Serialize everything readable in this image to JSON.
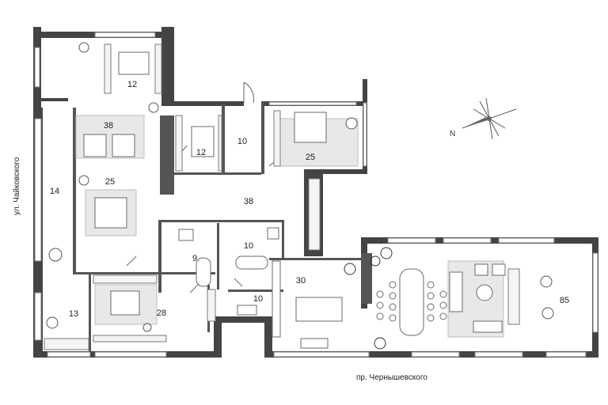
{
  "plan": {
    "colors": {
      "wall": "#444444",
      "wall_light": "#bdbdbd",
      "line": "#6a6a6a",
      "furniture": "#8a8a8a",
      "rug": "#e6e6e6",
      "background": "#ffffff"
    },
    "rooms": [
      {
        "id": "room-12-top",
        "label": "12"
      },
      {
        "id": "room-38-left",
        "label": "38"
      },
      {
        "id": "room-12-mid",
        "label": "12"
      },
      {
        "id": "room-10-upper",
        "label": "10"
      },
      {
        "id": "room-25-right",
        "label": "25"
      },
      {
        "id": "room-14",
        "label": "14"
      },
      {
        "id": "room-25-left",
        "label": "25"
      },
      {
        "id": "room-38-hall",
        "label": "38"
      },
      {
        "id": "room-9",
        "label": "9"
      },
      {
        "id": "room-10-bath",
        "label": "10"
      },
      {
        "id": "room-30",
        "label": "30"
      },
      {
        "id": "room-10-lower",
        "label": "10"
      },
      {
        "id": "room-13",
        "label": "13"
      },
      {
        "id": "room-28",
        "label": "28"
      },
      {
        "id": "room-85",
        "label": "85"
      }
    ],
    "streets": {
      "left": "ул. Чайковского",
      "bottom": "пр. Чернышевского"
    },
    "compass": {
      "label": "N"
    }
  }
}
